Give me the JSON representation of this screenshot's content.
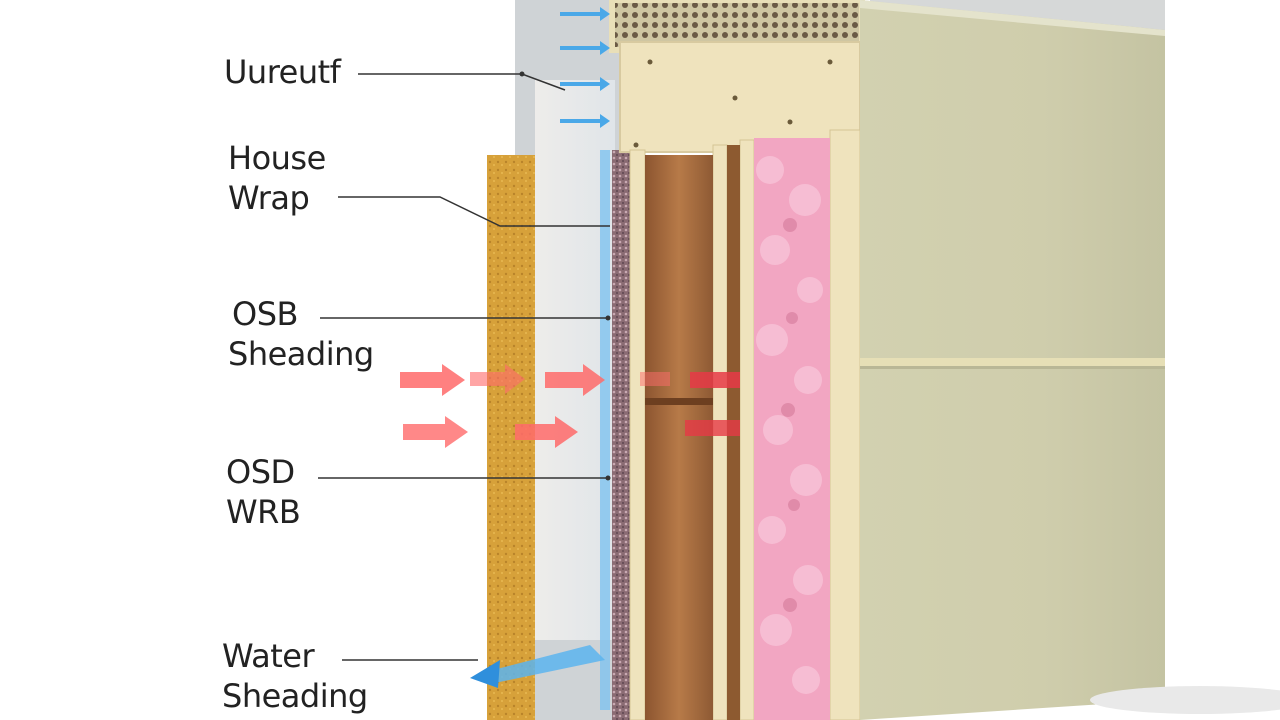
{
  "labels": {
    "top": "Uureutf",
    "house_wrap": [
      "House",
      "Wrap"
    ],
    "osb_sheathing": [
      "OSB",
      "Sheading"
    ],
    "osd_wrb": [
      "OSD",
      "WRB"
    ],
    "water_sheathing": [
      "Water",
      "Sheading"
    ]
  },
  "colors": {
    "insulation": "#f2a6c2",
    "stud": "#efe3bd",
    "siding": "#c9c8a6",
    "wood_panel": "#a86a3c",
    "foam_board": "#d9a53f",
    "water_arrow": "#4aa8e8",
    "heat_arrow": "#ff5a5a",
    "leader_line": "#333333"
  }
}
